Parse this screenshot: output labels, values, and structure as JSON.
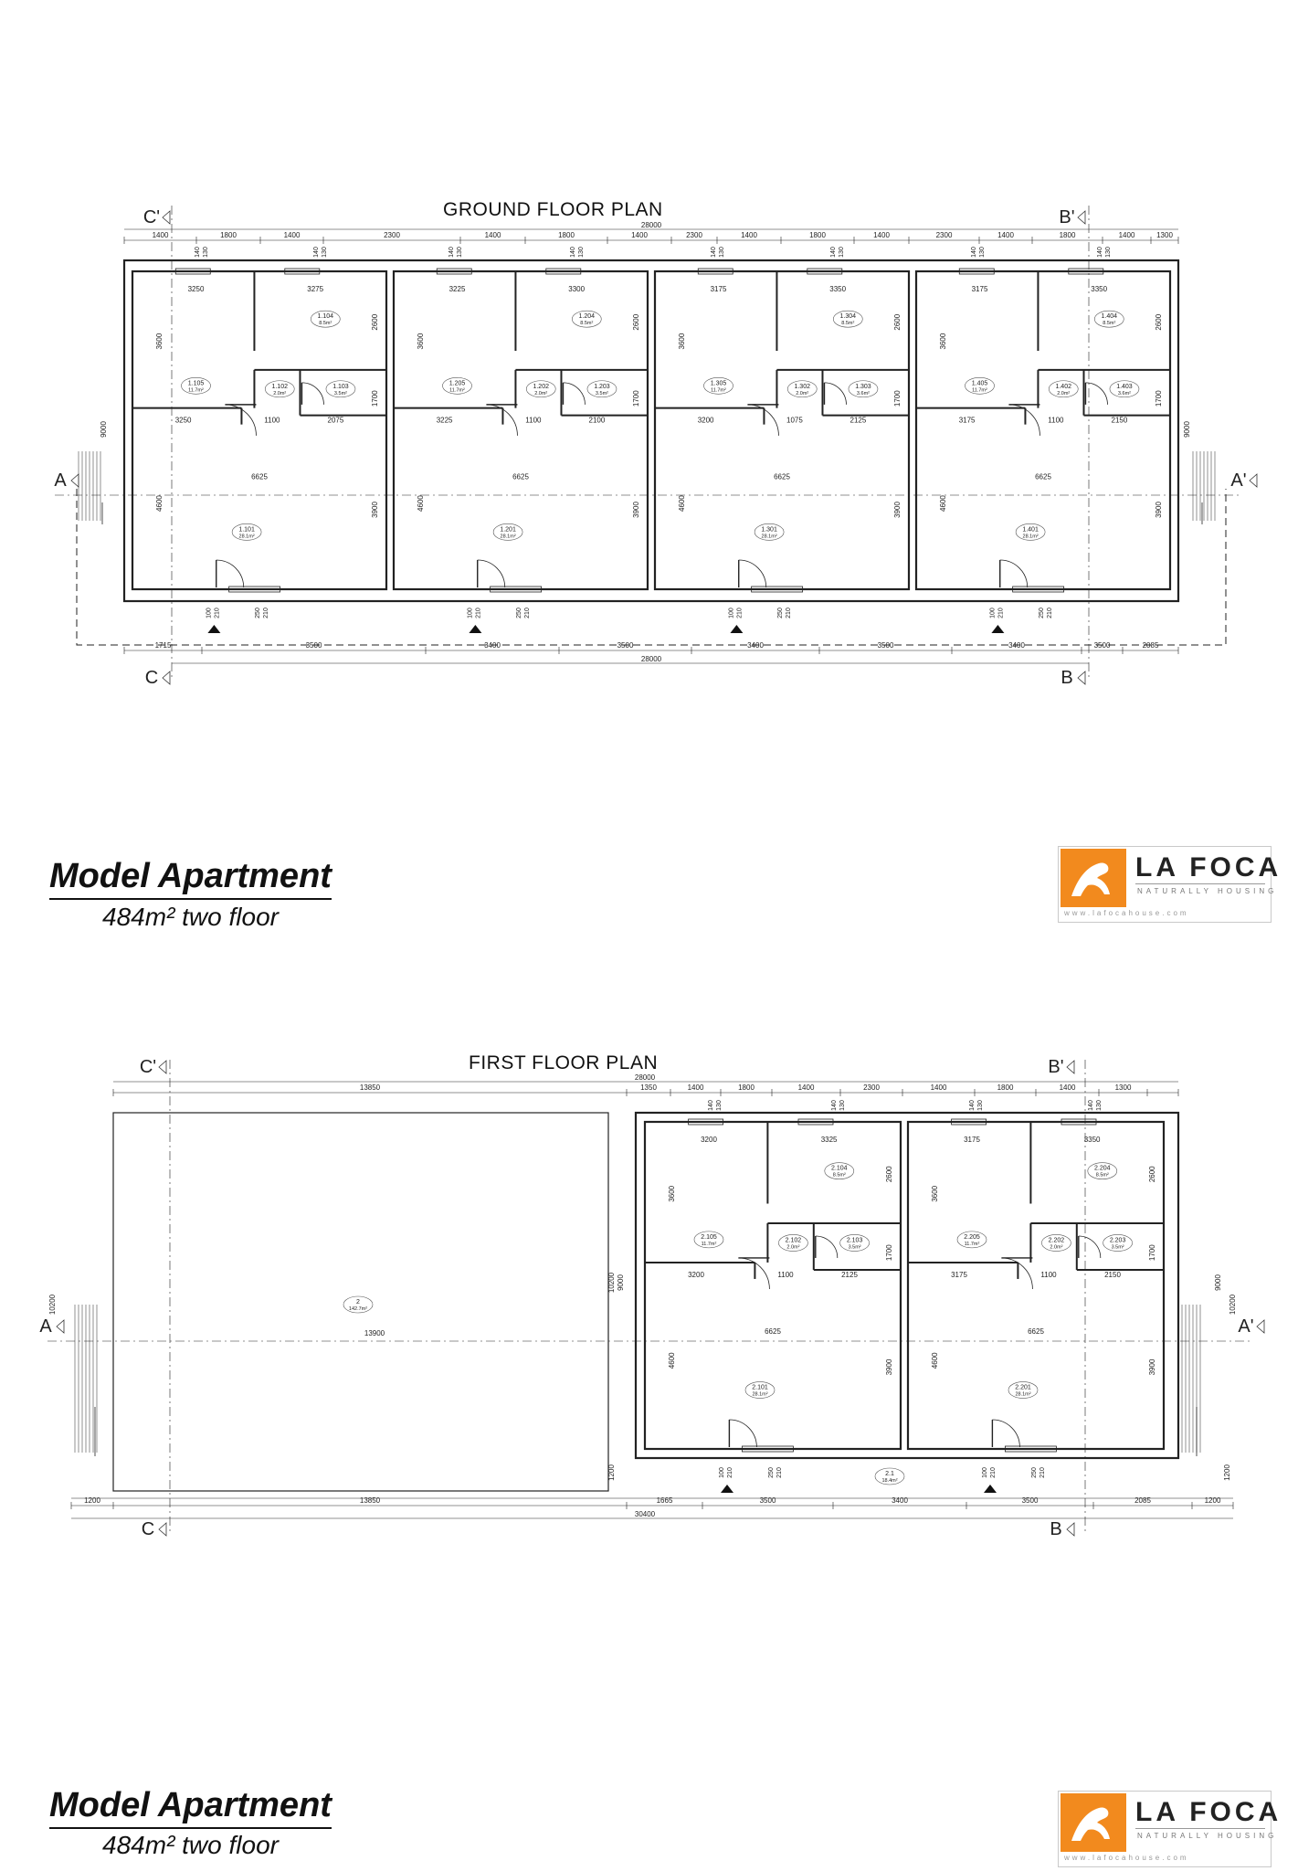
{
  "ground_floor": {
    "title": "GROUND FLOOR PLAN",
    "overall": "28000",
    "section_marks": [
      "A",
      "A'",
      "B'",
      "B",
      "C'",
      "C"
    ],
    "top_dims": [
      "1400",
      "1800",
      "1400",
      "2300",
      "1400",
      "1800",
      "1400",
      "2300",
      "1400",
      "1800",
      "1400",
      "2300",
      "1400",
      "1800",
      "1400",
      "1300"
    ],
    "bottom_dims": [
      "1715",
      "3500",
      "3400",
      "3500",
      "3400",
      "3500",
      "3400",
      "3500",
      "2085"
    ],
    "side_dim": "9000",
    "rooms": [
      {
        "id": "1.101",
        "area": "28.1m²"
      },
      {
        "id": "1.102",
        "area": "2.0m²"
      },
      {
        "id": "1.103",
        "area": "3.5m²"
      },
      {
        "id": "1.104",
        "area": "8.5m²"
      },
      {
        "id": "1.105",
        "area": "11.7m²"
      },
      {
        "id": "1.201",
        "area": "28.1m²"
      },
      {
        "id": "1.202",
        "area": "2.0m²"
      },
      {
        "id": "1.203",
        "area": "3.5m²"
      },
      {
        "id": "1.204",
        "area": "8.5m²"
      },
      {
        "id": "1.205",
        "area": "11.7m²"
      },
      {
        "id": "1.301",
        "area": "28.1m²"
      },
      {
        "id": "1.302",
        "area": "2.0m²"
      },
      {
        "id": "1.303",
        "area": "3.6m²"
      },
      {
        "id": "1.304",
        "area": "8.5m²"
      },
      {
        "id": "1.305",
        "area": "11.7m²"
      },
      {
        "id": "1.401",
        "area": "28.1m²"
      },
      {
        "id": "1.402",
        "area": "2.0m²"
      },
      {
        "id": "1.403",
        "area": "3.6m²"
      },
      {
        "id": "1.404",
        "area": "8.5m²"
      },
      {
        "id": "1.405",
        "area": "11.7m²"
      }
    ],
    "units": [
      {
        "top_left": "3250",
        "top_right": "3275",
        "mid": [
          "3250",
          "1100",
          "2075"
        ]
      },
      {
        "top_left": "3225",
        "top_right": "3300",
        "mid": [
          "3225",
          "1100",
          "2100"
        ]
      },
      {
        "top_left": "3175",
        "top_right": "3350",
        "mid": [
          "3200",
          "1075",
          "2125"
        ]
      },
      {
        "top_left": "3175",
        "top_right": "3350",
        "mid": [
          "3175",
          "1100",
          "2150"
        ]
      }
    ],
    "inner_dims": {
      "width": "6625",
      "h1": "3600",
      "h2": "2600",
      "h3": "1700",
      "h4": "4600",
      "h5": "3900",
      "door_a": "100",
      "door_b": "210",
      "win_a": "250",
      "win_b": "210",
      "win_c": "140",
      "win_d": "130"
    }
  },
  "first_floor": {
    "title": "FIRST FLOOR PLAN",
    "overall_top": "28000",
    "overall_bottom": "30400",
    "section_marks": [
      "A",
      "A'",
      "B'",
      "B",
      "C'",
      "C"
    ],
    "top_dims": [
      "13850",
      "1350",
      "1400",
      "1800",
      "1400",
      "2300",
      "1400",
      "1800",
      "1400",
      "1300"
    ],
    "bottom_dims": [
      "1200",
      "13850",
      "1665",
      "3500",
      "3400",
      "3500",
      "2085",
      "1200"
    ],
    "side_dims": [
      "10200",
      "9000",
      "1200"
    ],
    "big_room": {
      "id": "2",
      "area": "142.7m²",
      "width": "13900"
    },
    "balcony": {
      "id": "2.1",
      "area": "18.4m²"
    },
    "rooms": [
      {
        "id": "2.101",
        "area": "28.1m²"
      },
      {
        "id": "2.102",
        "area": "2.0m²"
      },
      {
        "id": "2.103",
        "area": "3.5m²"
      },
      {
        "id": "2.104",
        "area": "8.5m²"
      },
      {
        "id": "2.105",
        "area": "11.7m²"
      },
      {
        "id": "2.201",
        "area": "28.1m²"
      },
      {
        "id": "2.202",
        "area": "2.0m²"
      },
      {
        "id": "2.203",
        "area": "3.5m²"
      },
      {
        "id": "2.204",
        "area": "8.5m²"
      },
      {
        "id": "2.205",
        "area": "11.7m²"
      }
    ],
    "units": [
      {
        "top_left": "3200",
        "top_right": "3325",
        "mid": [
          "3200",
          "1100",
          "2125"
        ]
      },
      {
        "top_left": "3175",
        "top_right": "3350",
        "mid": [
          "3175",
          "1100",
          "2150"
        ]
      }
    ]
  },
  "captions": [
    {
      "title": "Model Apartment",
      "subtitle": "484m² two floor"
    },
    {
      "title": "Model Apartment",
      "subtitle": "484m² two floor"
    }
  ],
  "logo": {
    "name": "LA FOCA",
    "tagline": "NATURALLY HOUSING",
    "url": "www.lafocahouse.com",
    "accent": "#f28a1e"
  }
}
